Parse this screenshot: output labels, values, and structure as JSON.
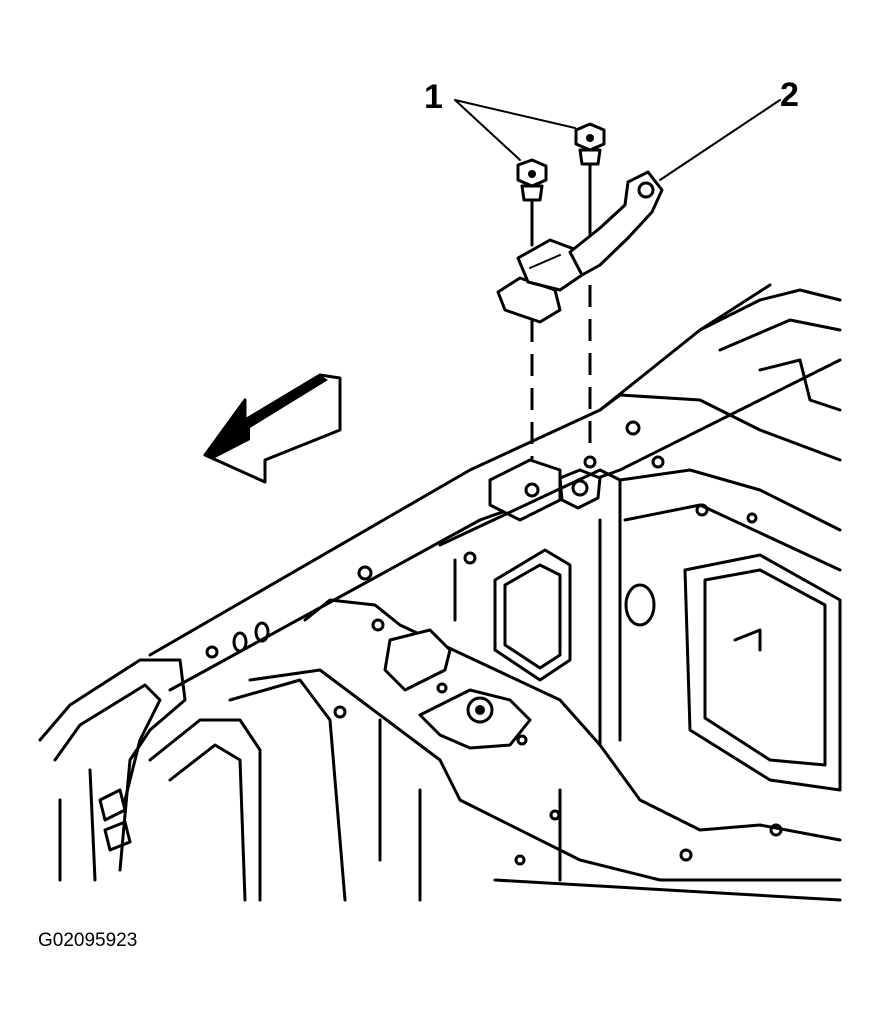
{
  "callouts": [
    {
      "label": "1",
      "meaning": "bolts"
    },
    {
      "label": "2",
      "meaning": "bracket"
    }
  ],
  "figure_id": "G02095923",
  "icons": {
    "direction_arrow": "arrow-left-icon",
    "bolt": "bolt-icon",
    "bracket": "bracket-icon"
  }
}
